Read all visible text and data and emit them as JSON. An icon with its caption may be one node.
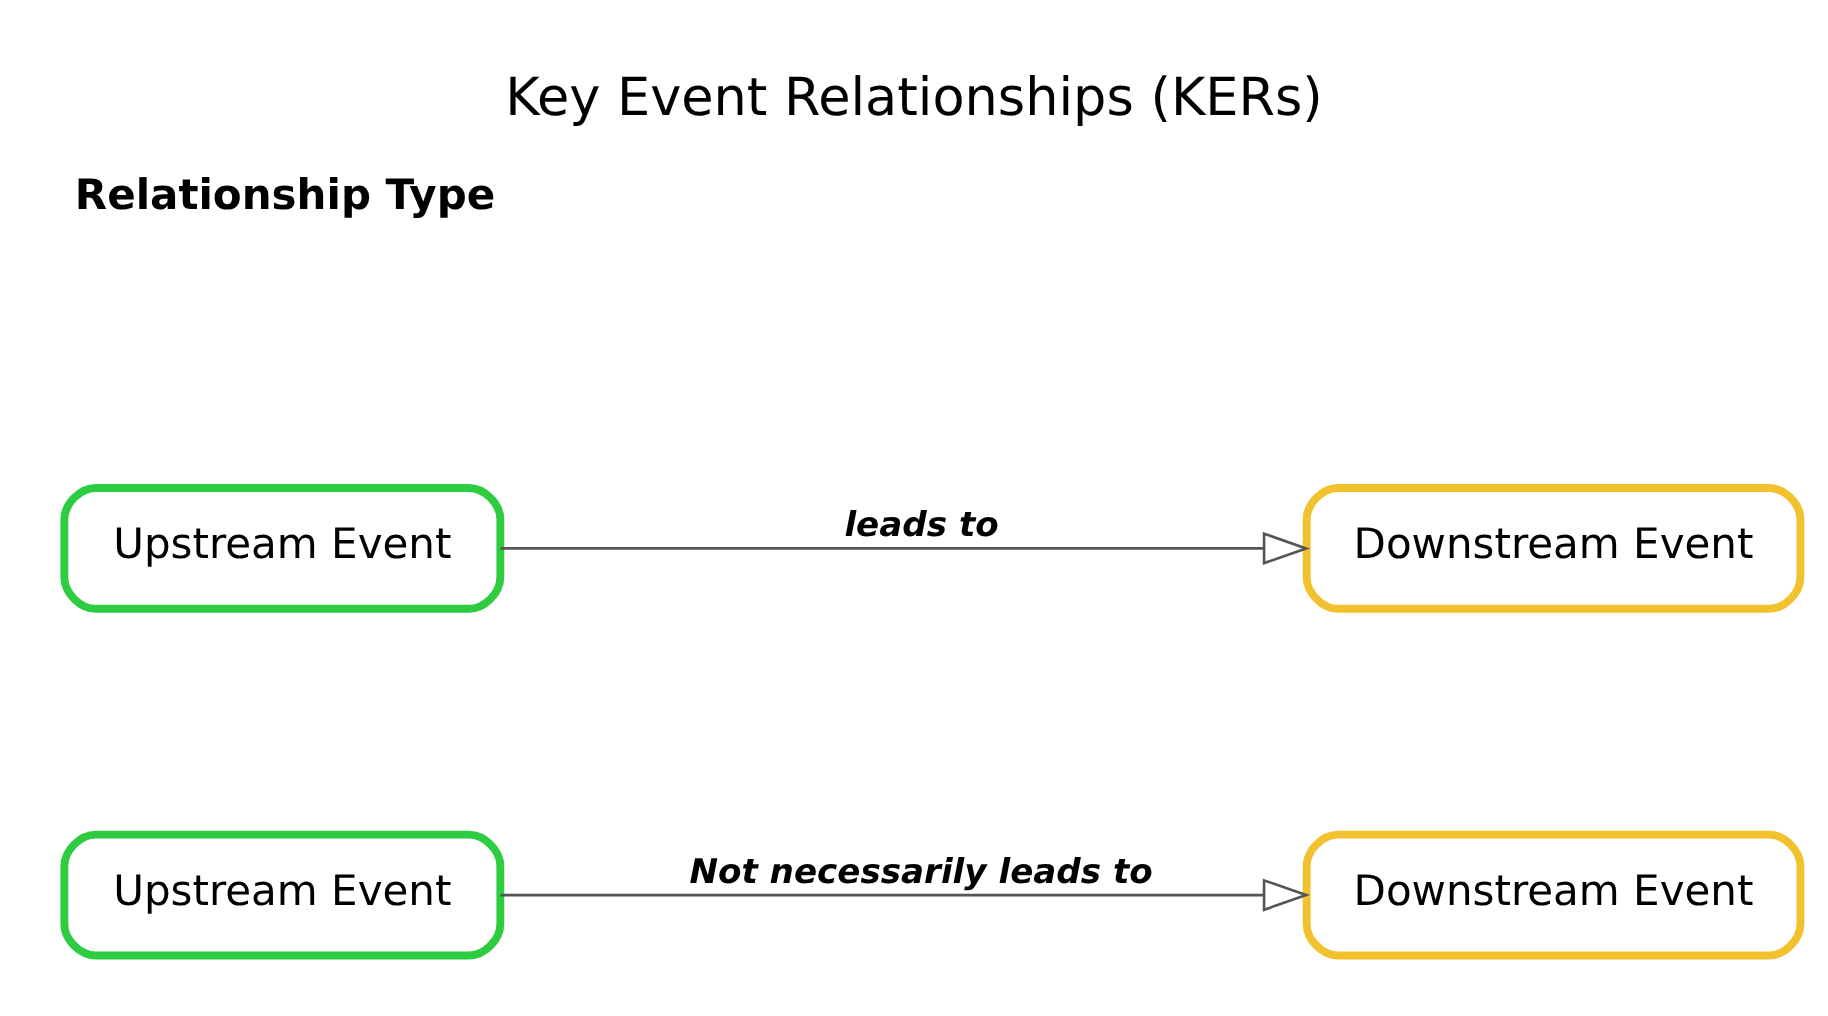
{
  "diagram": {
    "title": "Key Event Relationships (KERs)",
    "nodes": [
      {
        "text": [
          "Upstream Event"
        ]
      },
      {
        "text": [
          "Downstream Event"
        ]
      },
      {
        "text": [
          "Upstream Event"
        ]
      },
      {
        "text": [
          "Downstream Event"
        ]
      }
    ],
    "edges": [
      {
        "from": 0,
        "to": 1,
        "arrow": "to",
        "label": "leads to"
      },
      {
        "from": 2,
        "to": 3,
        "arrow": "to",
        "label": "Not necessarily leads to"
      }
    ],
    "labels": [
      "Relationship Type"
    ]
  }
}
